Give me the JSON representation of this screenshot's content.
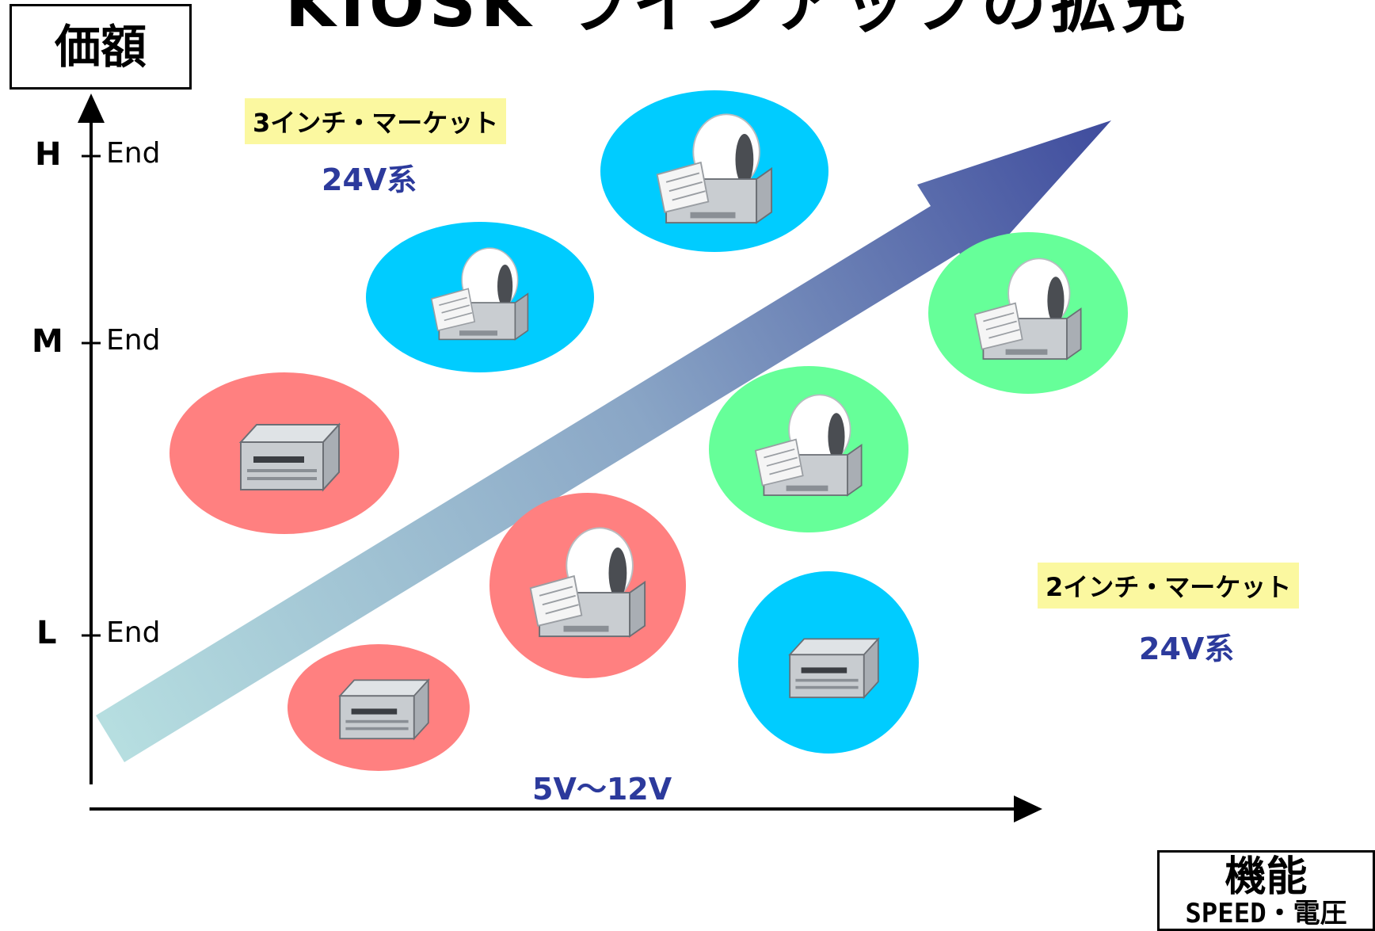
{
  "title": "KIOSK ラインアップの拡充",
  "y_axis": {
    "label": "価額",
    "levels": [
      "H",
      "M",
      "L"
    ],
    "tick_label": "End"
  },
  "x_axis": {
    "label": "機能",
    "sublabel": "SPEED・電圧"
  },
  "markets": [
    {
      "label": "3インチ・マーケット",
      "voltage": "24V系"
    },
    {
      "label": "2インチ・マーケット",
      "voltage": "24V系"
    }
  ],
  "low_voltage": "5V〜12V",
  "colors": {
    "cyan": "#00ccff",
    "green": "#66ff99",
    "salmon": "#ff8080",
    "voltage_text": "#2c3a9c",
    "highlight": "#fbf8a0",
    "arrow_start": "#b9e2e2",
    "arrow_end": "#323c96"
  },
  "printers": [
    {
      "category": "3-inch 24V",
      "color": "cyan"
    },
    {
      "category": "3-inch 24V",
      "color": "cyan"
    },
    {
      "category": "2-inch 24V",
      "color": "green"
    },
    {
      "category": "2-inch 24V",
      "color": "green"
    },
    {
      "category": "5V-12V",
      "color": "salmon"
    },
    {
      "category": "5V-12V",
      "color": "salmon"
    },
    {
      "category": "5V-12V",
      "color": "salmon"
    },
    {
      "category": "2-inch 24V",
      "color": "cyan"
    }
  ]
}
